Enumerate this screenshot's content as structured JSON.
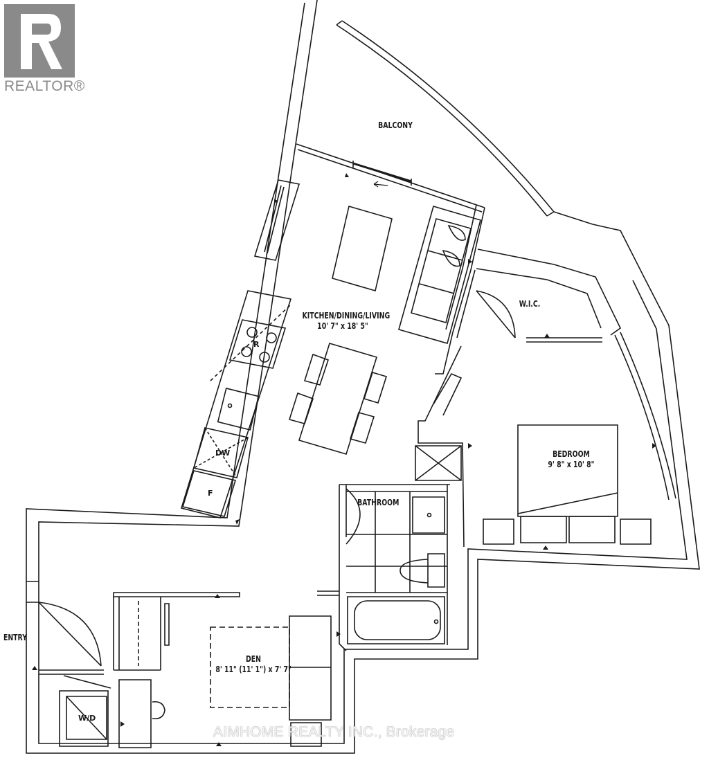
{
  "logo": {
    "text": "REALTOR®",
    "icon": "realtor-r-logo-icon",
    "color": "#8a8a8a"
  },
  "rooms": {
    "balcony": {
      "name": "BALCONY"
    },
    "kitchen": {
      "name": "KITCHEN/DINING/LIVING",
      "dims": "10' 7\" x 18' 5\""
    },
    "wic": {
      "name": "W.I.C."
    },
    "bedroom": {
      "name": "BEDROOM",
      "dims": "9' 8\" x 10' 8\""
    },
    "bathroom": {
      "name": "BATHROOM"
    },
    "den": {
      "name": "DEN",
      "dims": "8' 11\" (11' 1\") x 7' 7\""
    },
    "entry": {
      "name": "ENTRY"
    }
  },
  "fixtures": {
    "range": "R",
    "dishwasher": "DW",
    "fridge": "F",
    "washer_dryer": "W/D"
  },
  "watermark": "AIMHOME REALTY INC., Brokerage"
}
